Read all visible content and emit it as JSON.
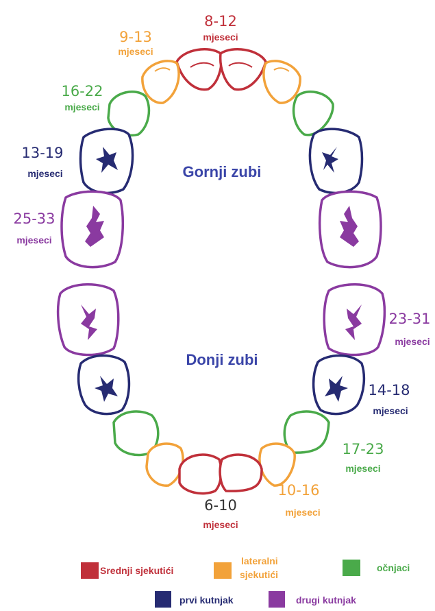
{
  "colors": {
    "central": "#c0303a",
    "lateral": "#f2a23a",
    "canine": "#4aaa4a",
    "first_molar": "#262b72",
    "second_molar": "#8a3aa0",
    "jaw_label": "#3a45a8"
  },
  "jaw_labels": {
    "upper": "Gornji zubi",
    "lower": "Donji zubi"
  },
  "eruption_labels": [
    {
      "id": "upper-central",
      "range": "8-12",
      "unit": "mjeseci",
      "tooth": "central"
    },
    {
      "id": "upper-lateral",
      "range": "9-13",
      "unit": "mjeseci",
      "tooth": "lateral"
    },
    {
      "id": "upper-canine",
      "range": "16-22",
      "unit": "mjeseci",
      "tooth": "canine"
    },
    {
      "id": "upper-first-molar",
      "range": "13-19",
      "unit": "mjeseci",
      "tooth": "first_molar"
    },
    {
      "id": "upper-second-molar",
      "range": "25-33",
      "unit": "mjeseci",
      "tooth": "second_molar"
    },
    {
      "id": "lower-second-molar",
      "range": "23-31",
      "unit": "mjeseci",
      "tooth": "second_molar"
    },
    {
      "id": "lower-first-molar",
      "range": "14-18",
      "unit": "mjeseci",
      "tooth": "first_molar"
    },
    {
      "id": "lower-canine",
      "range": "17-23",
      "unit": "mjeseci",
      "tooth": "canine"
    },
    {
      "id": "lower-lateral",
      "range": "10-16",
      "unit": "mjeseci",
      "tooth": "lateral"
    },
    {
      "id": "lower-central",
      "range": "6-10",
      "unit": "mjeseci",
      "tooth": "central"
    }
  ],
  "legend": {
    "central": "Srednji sjekutići",
    "lateral_line1": "lateralni",
    "lateral_line2": "sjekutići",
    "canine": "očnjaci",
    "first_molar": "prvi kutnjak",
    "second_molar": "drugi kutnjak"
  }
}
